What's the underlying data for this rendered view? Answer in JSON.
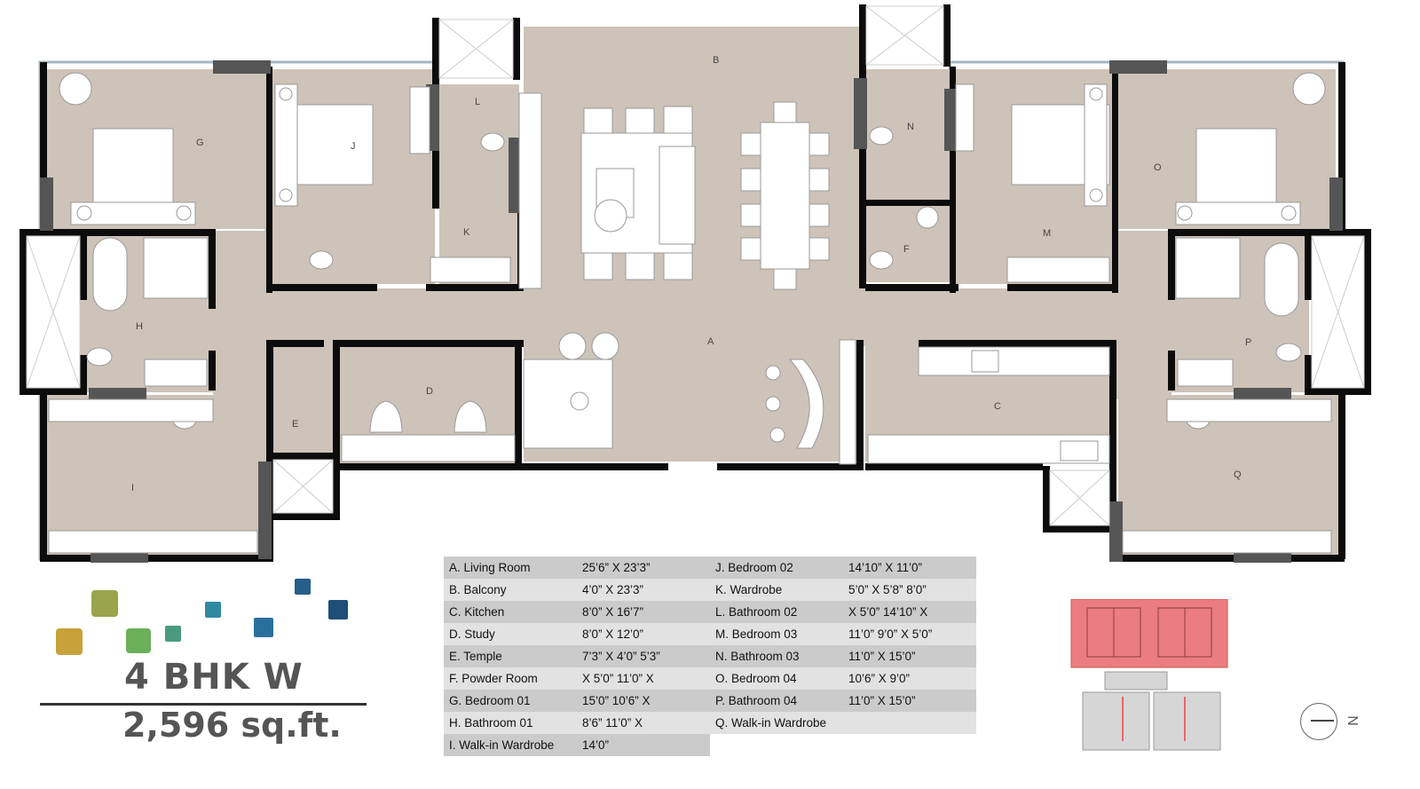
{
  "room_labels": {
    "A": "A",
    "B": "B",
    "C": "C",
    "D": "D",
    "E": "E",
    "F": "F",
    "G": "G",
    "H": "H",
    "I": "I",
    "J": "J",
    "K": "K",
    "L": "L",
    "M": "M",
    "N": "N",
    "O": "O",
    "P": "P",
    "Q": "Q"
  },
  "title": {
    "unit_type": "4 BHK W",
    "area": "2,596 sq.ft."
  },
  "room_table": {
    "rows": [
      {
        "name": "A. Living Room",
        "dim": "25’6”   X   23’3”",
        "name2": "J. Bedroom 02",
        "dim2": "14’10”   X   11’0”"
      },
      {
        "name": "B. Balcony",
        "dim": "4’0”    X   23’3”",
        "name2": "K. Wardrobe",
        "dim2": "5’0”  X 5’8”  8’0”"
      },
      {
        "name": "C. Kitchen",
        "dim": "8’0”    X   16’7”",
        "name2": "L. Bathroom 02",
        "dim2": "X  5’0”  14’10”  X"
      },
      {
        "name": "D. Study",
        "dim": "8’0”    X   12’0”",
        "name2": "M. Bedroom 03",
        "dim2": "11’0”  9’0”  X 5’0”"
      },
      {
        "name": "E. Temple",
        "dim": "7’3”  X 4’0”  5’3”",
        "name2": "N. Bathroom 03",
        "dim2": "11’0”    X   15’0”"
      },
      {
        "name": "F. Powder Room",
        "dim": "X  5’0”  11’0”  X",
        "name2": "O. Bedroom 04",
        "dim2": "10’6”    X    9’0”"
      },
      {
        "name": "G. Bedroom 01",
        "dim": "15’0”   10’6”   X",
        "name2": "P. Bathroom 04",
        "dim2": "11’0”  X 15’0”"
      },
      {
        "name": "H. Bathroom 01",
        "dim": "8’6”    11’0”    X",
        "name2": "Q. Walk-in Wardrobe",
        "dim2": ""
      },
      {
        "name": "I. Walk-in Wardrobe",
        "dim": "14’0”",
        "name2": "",
        "dim2": ""
      }
    ]
  },
  "compass": {
    "label": "N"
  },
  "colors": {
    "floor": "#cdc3b8",
    "wall": "#0c0c0c",
    "window_frame": "#9aa6b0",
    "accent_red": "#e8676a",
    "furniture": "#ffffff"
  },
  "logo_tiles": [
    "#c7a13a",
    "#9aa44a",
    "#6caf5a",
    "#4a9b7e",
    "#2f8aa0",
    "#2a6f9c",
    "#255e8a",
    "#1f4e78"
  ]
}
